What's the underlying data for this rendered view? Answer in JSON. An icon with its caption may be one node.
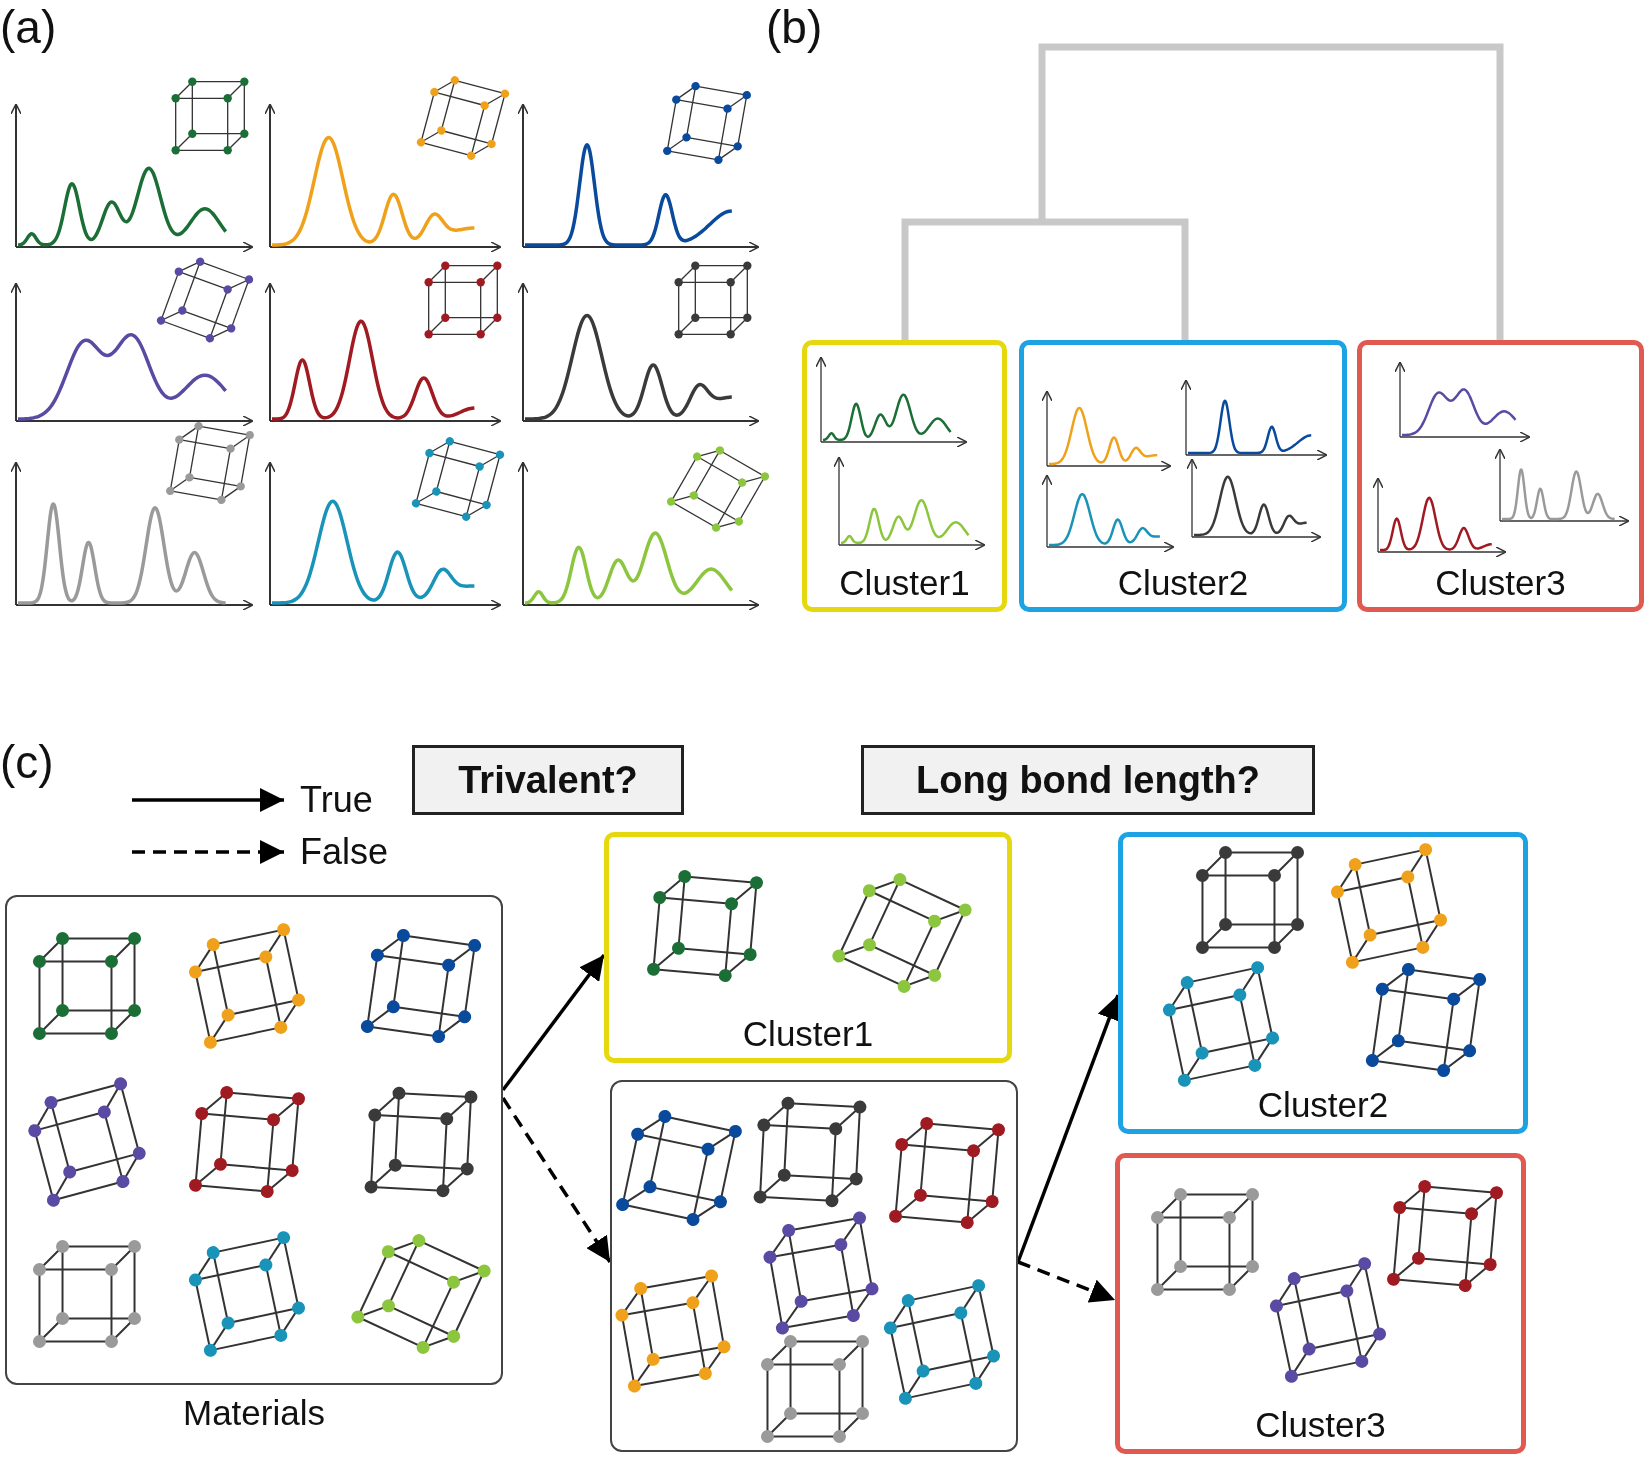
{
  "diagram": {
    "nodes": [
      {
        "text": [
          "Cluster1"
        ]
      },
      {
        "text": [
          "Cluster2"
        ]
      },
      {
        "text": [
          "Cluster3"
        ]
      },
      {
        "text": [
          "Trivalent?"
        ]
      },
      {
        "text": [
          "Long bond length?"
        ]
      },
      {
        "text": [
          "Materials"
        ]
      },
      {
        "text": [
          "Cluster1"
        ]
      },
      {
        "text": [],
        "shape": "box"
      },
      {
        "text": [
          "Cluster2"
        ]
      },
      {
        "text": [
          "Cluster3"
        ]
      }
    ],
    "edges": [
      {
        "from": 5,
        "to": 6,
        "arrow": "to"
      },
      {
        "from": 5,
        "to": 7,
        "arrow": "to",
        "style": "dashed"
      },
      {
        "from": 7,
        "to": 8,
        "arrow": "to"
      },
      {
        "from": 7,
        "to": 9,
        "arrow": "to",
        "style": "dashed"
      }
    ],
    "labels": [
      "(a)",
      "(b)",
      "(c)"
    ],
    "legend": [
      {
        "text": "True"
      },
      {
        "text": "False"
      }
    ]
  }
}
